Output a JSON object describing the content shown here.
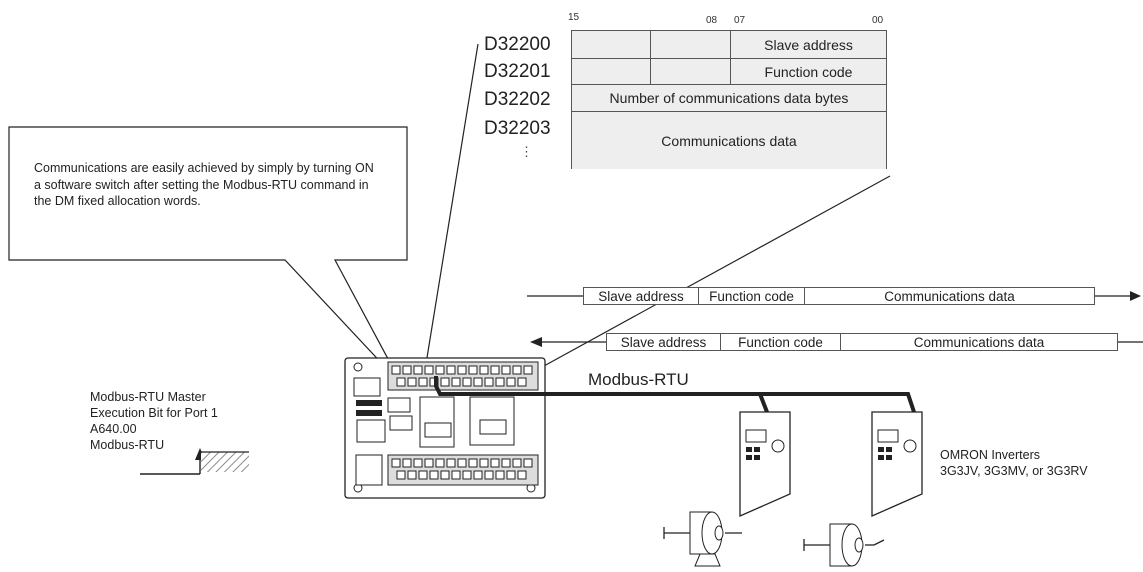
{
  "dm_table": {
    "bit_labels": [
      "15",
      "08",
      "07",
      "00"
    ],
    "rows": [
      {
        "address": "D32200",
        "content": "Slave address"
      },
      {
        "address": "D32201",
        "content": "Function code"
      },
      {
        "address": "D32202",
        "content": "Number of communications data bytes"
      },
      {
        "address": "D32203",
        "content": "Communications data"
      }
    ],
    "ellipsis": "⋮"
  },
  "callout": {
    "text": "Communications are easily achieved by simply by turning ON a software switch after setting the Modbus-RTU command in the DM fixed allocation words."
  },
  "frames": {
    "tx": [
      "Slave address",
      "Function code",
      "Communications data"
    ],
    "rx": [
      "Slave address",
      "Function code",
      "Communications data"
    ]
  },
  "bus_label": "Modbus-RTU",
  "master_bit": {
    "lines": [
      "Modbus-RTU Master",
      "Execution Bit for Port 1",
      "A640.00",
      "Modbus-RTU"
    ]
  },
  "inverters": {
    "lines": [
      "OMRON Inverters",
      "3G3JV, 3G3MV, or 3G3RV"
    ]
  },
  "colors": {
    "cell_fill": "#eeeeee",
    "line": "#222222"
  }
}
